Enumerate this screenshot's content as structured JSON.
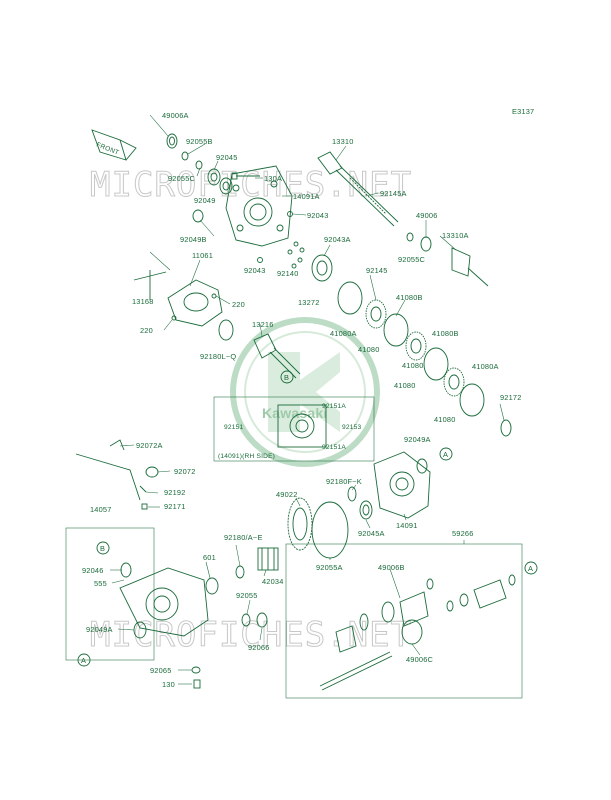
{
  "diagram": {
    "code": "E3137",
    "front_label": "FRONT",
    "watermark": "MICROFICHES.NET",
    "watermark_lower": "MICROFICHES.NET",
    "emblem_text": "Kawasaki",
    "callout_b": "B",
    "callout_a": "A",
    "inset_note": "(14091)(RH SIDE)",
    "parts": [
      "49006A",
      "92055B",
      "92045",
      "92055C",
      "130A",
      "92049",
      "14091A",
      "92043",
      "92049B",
      "92043",
      "11061",
      "13310",
      "92145A",
      "49006",
      "92055C",
      "13310A",
      "92043A",
      "92140",
      "13272",
      "92145",
      "41080B",
      "13168",
      "220",
      "220",
      "41080A",
      "41080",
      "13216",
      "92180L~Q",
      "41080",
      "41080B",
      "41080",
      "41080A",
      "92172",
      "41080",
      "92151A",
      "92151",
      "92153",
      "92151A",
      "92049A",
      "92072A",
      "92072",
      "92192",
      "92171",
      "14057",
      "49022",
      "92180F~K",
      "92045A",
      "14091",
      "92180/A~E",
      "601",
      "42034",
      "92055A",
      "59266",
      "92046",
      "555",
      "49006B",
      "92055",
      "92049A",
      "92066",
      "49006C",
      "92065",
      "130"
    ]
  }
}
